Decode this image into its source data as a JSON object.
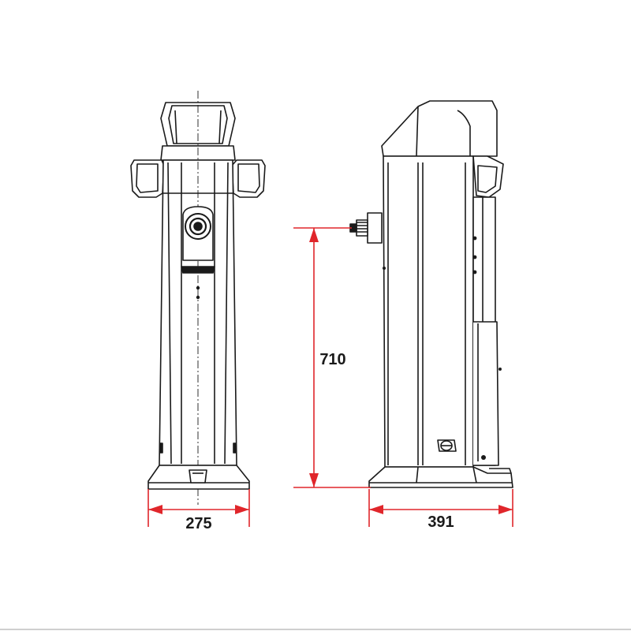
{
  "drawing": {
    "views": [
      "front-view",
      "side-view"
    ],
    "line_color": "#1a1a1a",
    "dimension_color": "#e0262b"
  },
  "dimensions": {
    "front_width": "275",
    "side_width": "391",
    "height": "710"
  }
}
